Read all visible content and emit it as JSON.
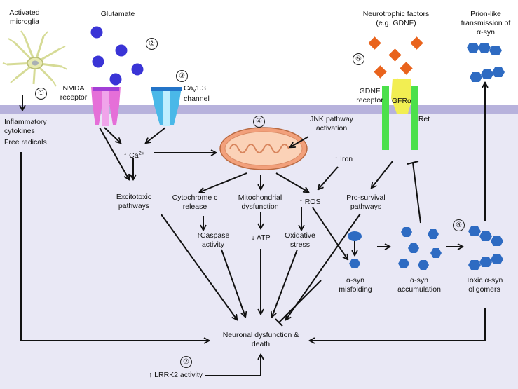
{
  "colors": {
    "cytoplasm": "#e9e8f5",
    "membrane": "#b7b2dc",
    "nmda_receptor": "#e56fd8",
    "cav_channel": "#4ab8e8",
    "gdnf": "#e9631c",
    "synuclein": "#2e6bc2",
    "mitochondrion": "#f2a07b",
    "gfra": "#f2ee52",
    "ret": "#4be04b",
    "microglia": "#e7eab0"
  },
  "icons": [
    "microglia-cell",
    "glutamate-particle",
    "nmda-receptor",
    "cav13-channel",
    "mitochondrion",
    "gdnf-particle",
    "gfra-receptor",
    "ret-receptor",
    "synuclein-monomer",
    "synuclein-oligomer"
  ],
  "steps": [
    "①",
    "②",
    "③",
    "④",
    "⑤",
    "⑥",
    "⑦"
  ],
  "labels": {
    "activated_microglia": "Activated microglia",
    "glutamate": "Glutamate",
    "neurotrophic_factors": "Neurotrophic factors (e.g. GDNF)",
    "prion_like": "Prion-like transmission of α-syn",
    "nmda_receptor": "NMDA receptor",
    "cav_channel_prefix": "Ca",
    "cav_channel_sub": "v",
    "cav_channel_suffix": "1.3",
    "cav_channel_line2": "channel",
    "gdnf_receptor": "GDNF receptor",
    "gfra": "GFRα",
    "ret": "Ret",
    "inflammatory_cytokines": "Inflammatory cytokines",
    "free_radicals": "Free radicals",
    "ca_prefix": "↑ Ca",
    "ca_sup": "2+",
    "jnk": "JNK pathway activation",
    "iron": "↑ Iron",
    "excitotoxic": "Excitotoxic pathways",
    "cytochrome": "Cytochrome c release",
    "mito_dysfunction": "Mitochondrial dysfunction",
    "ros": "↑ ROS",
    "pro_survival": "Pro-survival pathways",
    "caspase": "↑Caspase activity",
    "atp": "↓ ATP",
    "oxidative_stress": "Oxidative stress",
    "asyn_misfolding": "α-syn misfolding",
    "asyn_accumulation": "α-syn accumulation",
    "toxic_oligomers": "Toxic α-syn oligomers",
    "neuronal_death": "Neuronal dysfunction & death",
    "lrrk2": "↑ LRRK2 activity"
  }
}
